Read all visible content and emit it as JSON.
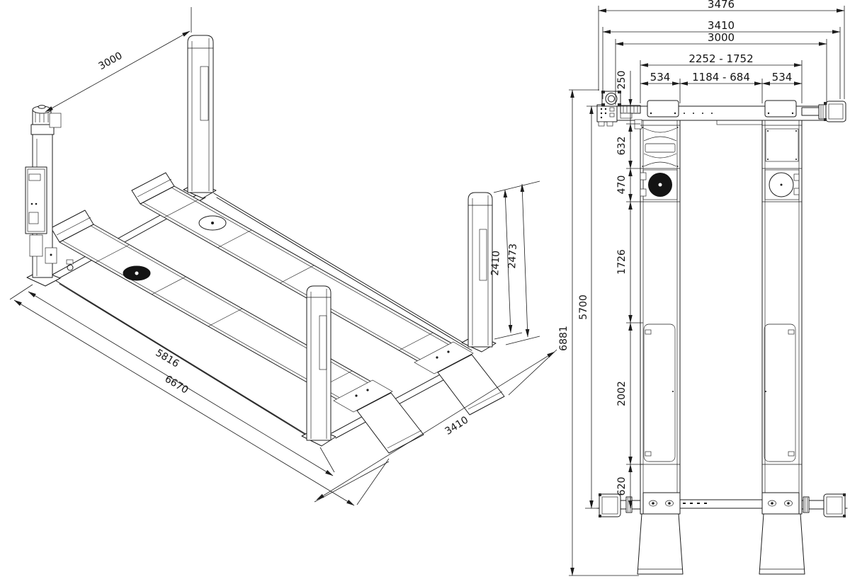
{
  "meta": {
    "background": "#ffffff",
    "ink": "#1c1c1c"
  },
  "views": {
    "isometric": {
      "dims": {
        "bay_width_top": "3000",
        "column_height": "2410",
        "column_height_overall": "2473",
        "platform_length": "5816",
        "overall_length": "6670",
        "overall_width": "3410"
      }
    },
    "plan": {
      "dims_top": [
        "3476",
        "3410",
        "3000",
        "2252 - 1752",
        "534",
        "1184 - 684",
        "534"
      ],
      "dims_left": [
        "250",
        "632",
        "470",
        "1726",
        "2002",
        "620",
        "5700",
        "6881"
      ]
    }
  }
}
